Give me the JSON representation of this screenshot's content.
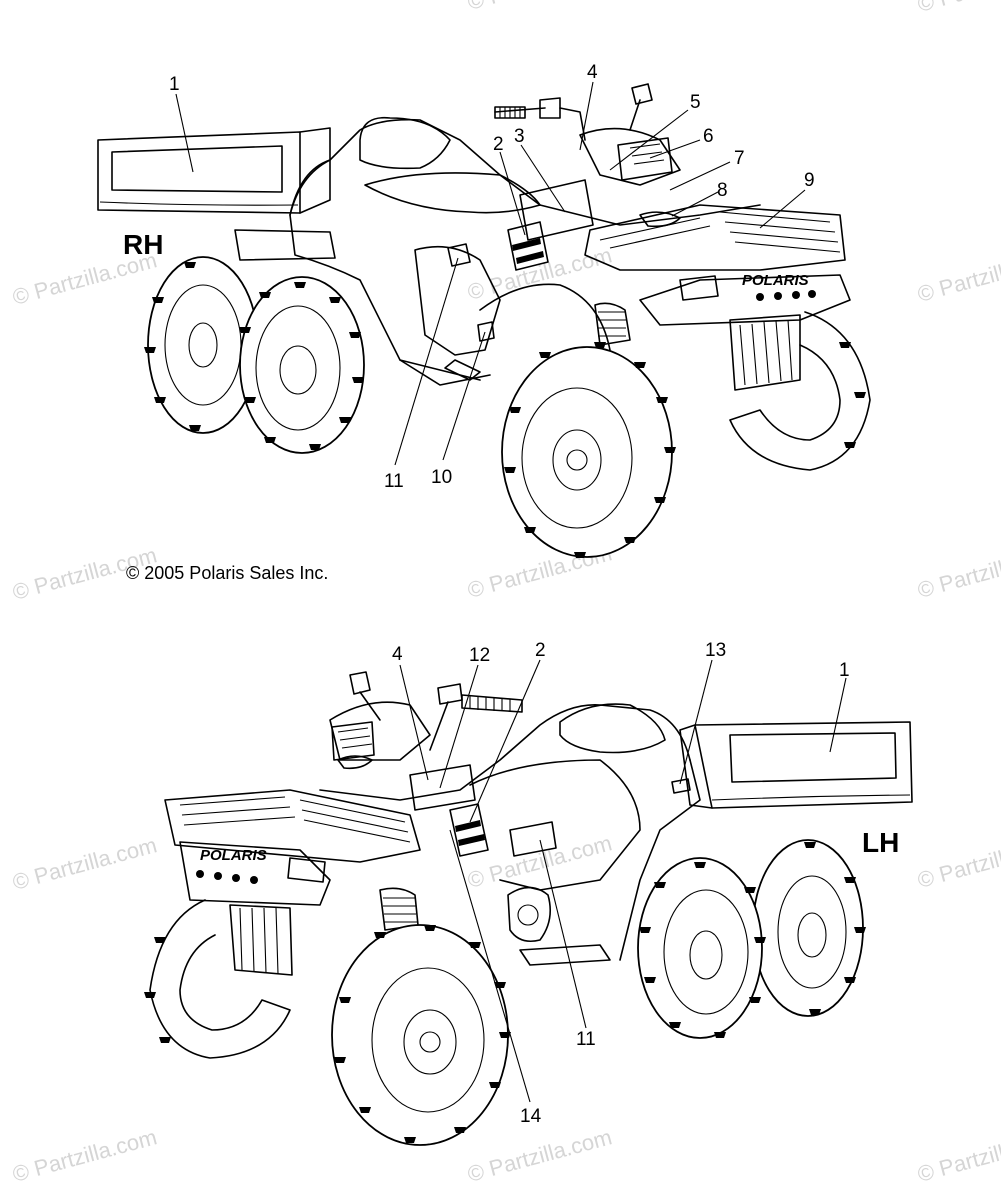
{
  "labels": {
    "top": {
      "side": "RH",
      "brand": "POLARIS",
      "callouts": [
        "1",
        "2",
        "3",
        "4",
        "5",
        "6",
        "7",
        "8",
        "9",
        "10",
        "11"
      ]
    },
    "bottom": {
      "side": "LH",
      "brand": "POLARIS",
      "callouts": [
        "1",
        "2",
        "4",
        "11",
        "12",
        "13",
        "14"
      ]
    }
  },
  "copyright": "© 2005 Polaris Sales Inc.",
  "watermark": "© Partzilla.com"
}
